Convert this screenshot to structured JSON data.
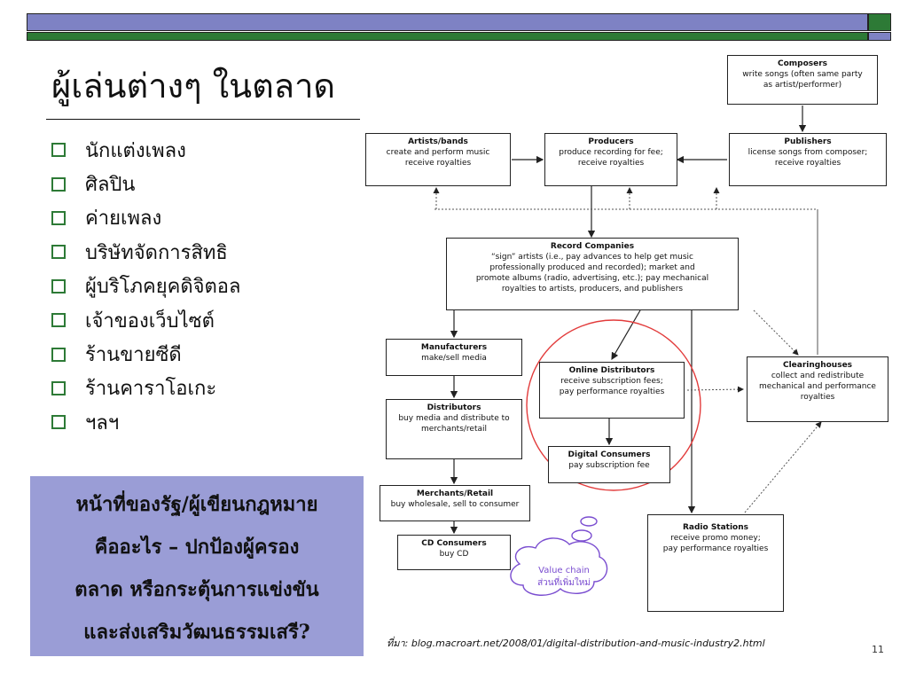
{
  "slide": {
    "title": "ผู้เล่นต่างๆ ในตลาด",
    "bullets": [
      "นักแต่งเพลง",
      "ศิลปิน",
      "ค่ายเพลง",
      "บริษัทจัดการสิทธิ",
      "ผู้บริโภคยุคดิจิตอล",
      "เจ้าของเว็บไซต์",
      "ร้านขายซีดี",
      "ร้านคาราโอเกะ",
      "ฯลฯ"
    ],
    "callout": [
      "หน้าที่ของรัฐ/ผู้เขียนกฎหมาย",
      "คืออะไร – ปกป้องผู้ครอง",
      "ตลาด หรือกระตุ้นการแข่งขัน",
      "และส่งเสริมวัฒนธรรมเสรี?"
    ],
    "source_prefix": "ที่มา: ",
    "source_url": "blog.macroart.net/2008/01/digital-distribution-and-music-industry2.html",
    "page_number": "11"
  },
  "diagram": {
    "composers": {
      "title": "Composers",
      "lines": [
        "write songs (often same party",
        "as artist/performer)"
      ]
    },
    "artists": {
      "title": "Artists/bands",
      "lines": [
        "create and perform music",
        "receive royalties"
      ]
    },
    "producers": {
      "title": "Producers",
      "lines": [
        "produce recording for fee;",
        "receive royalties"
      ]
    },
    "publishers": {
      "title": "Publishers",
      "lines": [
        "license songs from composer;",
        "receive royalties"
      ]
    },
    "record": {
      "title": "Record Companies",
      "lines": [
        "“sign” artists (i.e., pay advances to help get music",
        "professionally produced and recorded); market and",
        "promote albums (radio, advertising, etc.); pay mechanical",
        "royalties to artists, producers, and publishers"
      ]
    },
    "manufacturers": {
      "title": "Manufacturers",
      "lines": [
        "make/sell media"
      ]
    },
    "distributors": {
      "title": "Distributors",
      "lines": [
        "buy media and distribute to",
        "merchants/retail"
      ]
    },
    "merchants": {
      "title": "Merchants/Retail",
      "lines": [
        "buy wholesale, sell to consumer"
      ]
    },
    "cdconsumers": {
      "title": "CD Consumers",
      "lines": [
        "buy CD"
      ]
    },
    "online": {
      "title": "Online Distributors",
      "lines": [
        "receive subscription fees;",
        "pay performance royalties"
      ]
    },
    "digital": {
      "title": "Digital Consumers",
      "lines": [
        "pay subscription fee"
      ]
    },
    "clearing": {
      "title": "Clearinghouses",
      "lines": [
        "collect and redistribute",
        "mechanical and performance",
        "royalties"
      ]
    },
    "radio": {
      "title": "Radio Stations",
      "lines": [
        "receive promo money;",
        "pay performance royalties"
      ]
    },
    "cloud": {
      "lines": [
        "Value chain",
        "ส่วนที่เพิ่มใหม่"
      ]
    },
    "colors": {
      "accent_green": "#2d7a36",
      "accent_purple": "#7e82c4",
      "callout_bg": "#9a9dd6",
      "highlight_red": "#e23b3b"
    }
  }
}
